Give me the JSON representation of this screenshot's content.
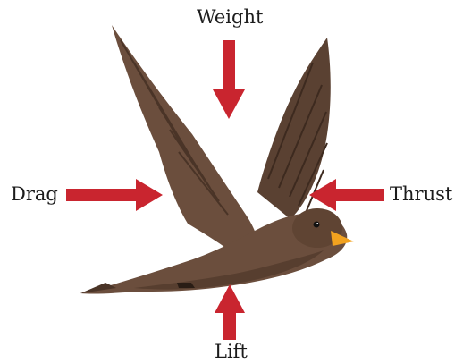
{
  "forces": {
    "weight": "Weight",
    "drag": "Drag",
    "thrust": "Thrust",
    "lift": "Lift"
  },
  "colors": {
    "arrow": "#c9252f",
    "bird_body": "#6b4e3d",
    "bird_dark": "#4a3427",
    "bird_light": "#8a6a55",
    "beak": "#f2a21f"
  }
}
